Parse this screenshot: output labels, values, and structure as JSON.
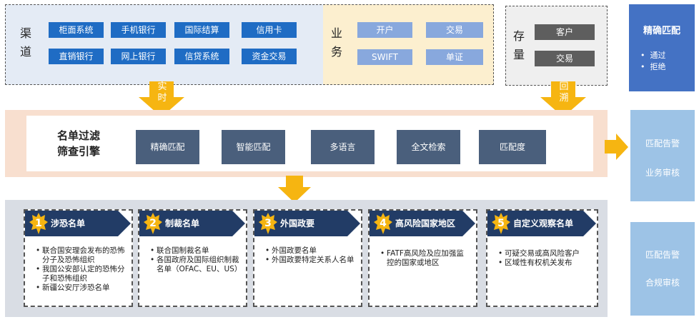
{
  "channel": {
    "label": "渠道",
    "items": [
      "柜面系统",
      "手机银行",
      "国际结算",
      "信用卡",
      "直销银行",
      "网上银行",
      "信贷系统",
      "资金交易"
    ]
  },
  "business": {
    "label": "业务",
    "items": [
      "开户",
      "交易",
      "SWIFT",
      "单证"
    ]
  },
  "stock": {
    "label": "存量",
    "items": [
      "客户",
      "交易"
    ]
  },
  "arrows": {
    "realtime": "实时",
    "backtrack": "回溯"
  },
  "engine": {
    "title_line1": "名单过滤",
    "title_line2": "筛查引擎",
    "functions": [
      "精确匹配",
      "智能匹配",
      "多语言",
      "全文检索",
      "匹配度"
    ]
  },
  "side": {
    "exact_match": {
      "title": "精确匹配",
      "bullets": [
        "通过",
        "拒绝"
      ]
    },
    "alert_business": {
      "line1": "匹配告警",
      "line2": "业务审核"
    },
    "alert_compliance": {
      "line1": "匹配告警",
      "line2": "合规审核"
    }
  },
  "lists": [
    {
      "number": "1",
      "title": "涉恐名单",
      "bullets": [
        "联合国安理会发布的恐怖分子及恐怖组织",
        "我国公安部认定的恐怖分子和恐怖组织",
        "新疆公安厅涉恐名单"
      ]
    },
    {
      "number": "2",
      "title": "制裁名单",
      "bullets": [
        "联合国制裁名单",
        "各国政府及国际组织制裁名单（OFAC、EU、US）"
      ]
    },
    {
      "number": "3",
      "title": "外国政要",
      "bullets": [
        "外国政要名单",
        "外国政要特定关系人名单"
      ]
    },
    {
      "number": "4",
      "title": "高风险国家地区",
      "bullets": [
        "FATF高风险及应加强监控的国家或地区"
      ]
    },
    {
      "number": "5",
      "title": "自定义观察名单",
      "bullets": [
        "可疑交易或高风险客户",
        "区域性有权机关发布"
      ]
    }
  ],
  "colors": {
    "channel_chip": "#1f6cc4",
    "business_chip": "#88a8dd",
    "stock_chip": "#5e5e5e",
    "arrow": "#f6b511",
    "header": "#223c66"
  }
}
